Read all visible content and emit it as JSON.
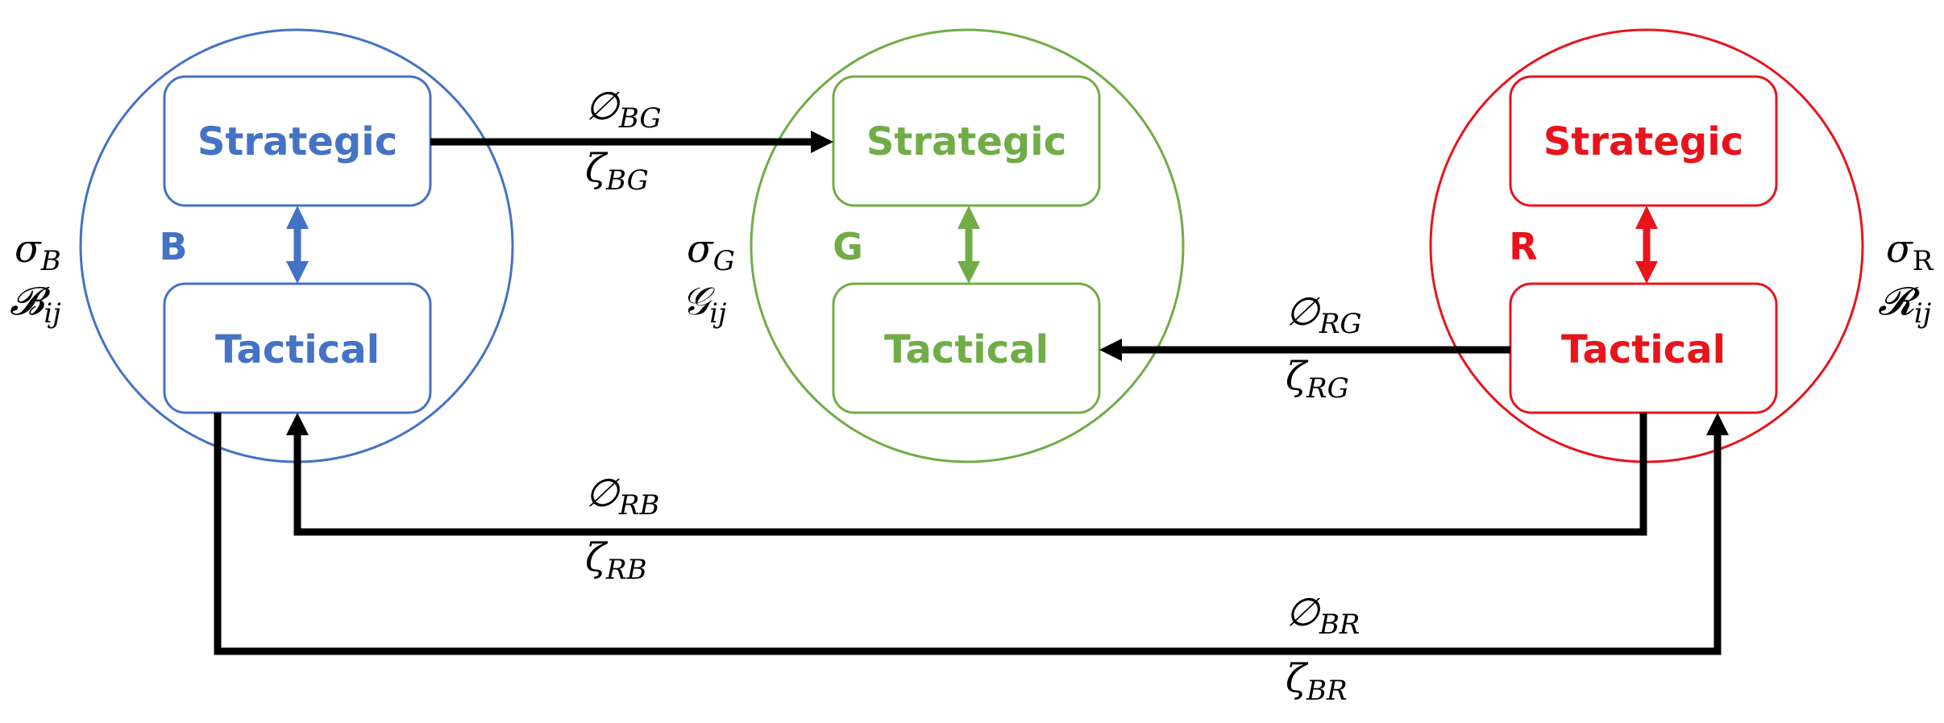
{
  "colors": {
    "blue": "#4472C4",
    "green": "#70AD47",
    "red": "#E8141C",
    "link": "#000000"
  },
  "groups": [
    {
      "id": "B",
      "letter": "B",
      "strategic": "Strategic",
      "tactical": "Tactical",
      "sigma": "σ",
      "sigma_sub": "B",
      "set": "𝓑",
      "set_sub": "ij"
    },
    {
      "id": "G",
      "letter": "G",
      "strategic": "Strategic",
      "tactical": "Tactical",
      "sigma": "σ",
      "sigma_sub": "G",
      "set": "𝒢",
      "set_sub": "ij"
    },
    {
      "id": "R",
      "letter": "R",
      "strategic": "Strategic",
      "tactical": "Tactical",
      "sigma": "σ",
      "sigma_sub": "R",
      "set": "𝓡",
      "set_sub": "ij"
    }
  ],
  "links": [
    {
      "id": "BG",
      "from": "B strategic",
      "to": "G strategic",
      "phi": "∅",
      "phi_sub": "BG",
      "zeta": "ζ",
      "zeta_sub": "BG"
    },
    {
      "id": "RG",
      "from": "R tactical",
      "to": "G tactical",
      "phi": "∅",
      "phi_sub": "RG",
      "zeta": "ζ",
      "zeta_sub": "RG"
    },
    {
      "id": "RB",
      "from": "R tactical",
      "to": "B tactical",
      "phi": "∅",
      "phi_sub": "RB",
      "zeta": "ζ",
      "zeta_sub": "RB"
    },
    {
      "id": "BR",
      "from": "B tactical",
      "to": "R tactical",
      "phi": "∅",
      "phi_sub": "BR",
      "zeta": "ζ",
      "zeta_sub": "BR"
    }
  ]
}
